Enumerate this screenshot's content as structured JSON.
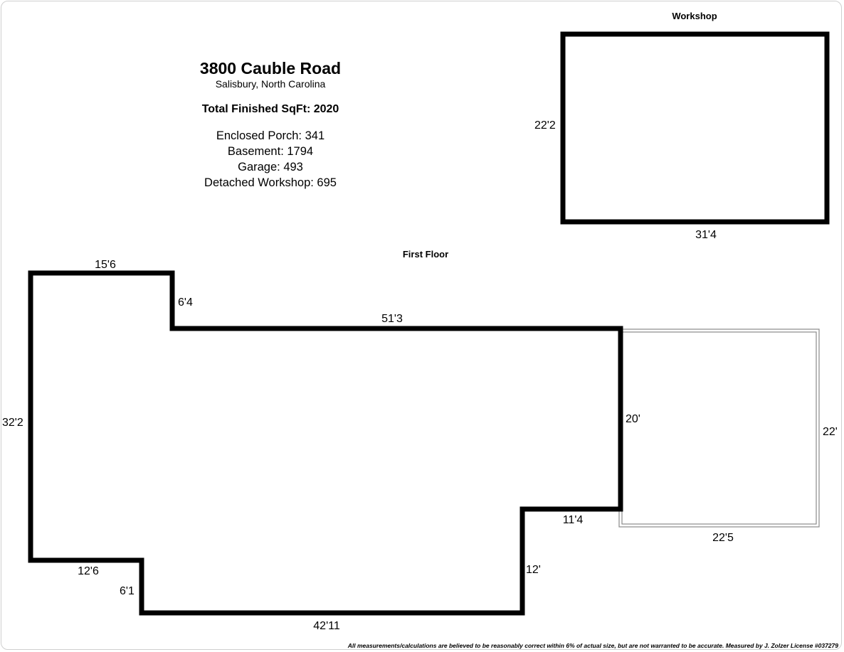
{
  "header": {
    "address": "3800 Cauble Road",
    "city": "Salisbury, North Carolina",
    "total_finished": "Total Finished SqFt: 2020",
    "areas": [
      "Enclosed Porch: 341",
      "Basement: 1794",
      "Garage: 493",
      "Detached Workshop: 695"
    ]
  },
  "workshop": {
    "title": "Workshop",
    "dims": {
      "height": "22'2",
      "width": "31'4"
    }
  },
  "first_floor": {
    "title": "First Floor",
    "dims": {
      "top_left": "15'6",
      "step_top": "6'4",
      "top_main": "51'3",
      "left": "32'2",
      "right": "20'",
      "notch_top": "11'4",
      "notch_side": "12'",
      "bottom_left": "12'6",
      "step_bottom": "6'1",
      "bottom": "42'11"
    }
  },
  "porch": {
    "dims": {
      "side": "22'",
      "bottom": "22'5"
    }
  },
  "footer": {
    "disclaimer": "All measurements/calculations are believed to be reasonably correct within 6% of actual size, but are not warranted to be accurate. Measured by J. Zolzer License #037279"
  },
  "colors": {
    "wall": "#000000",
    "porch_outline": "#8a8a8a"
  }
}
